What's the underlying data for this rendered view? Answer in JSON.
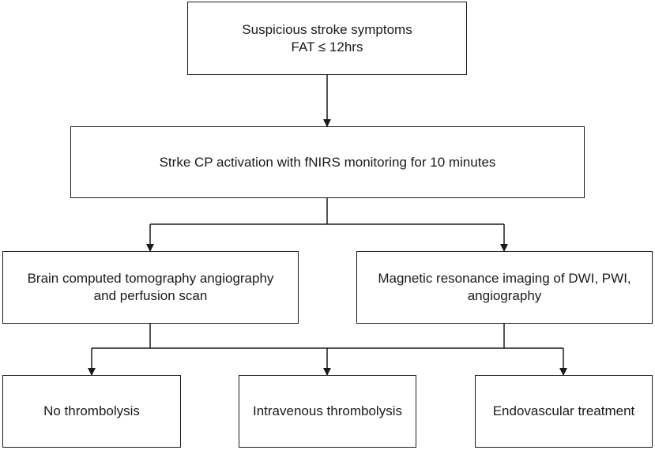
{
  "nodes": {
    "symptoms": {
      "line1": "Suspicious stroke symptoms",
      "line2": "FAT ≤ 12hrs"
    },
    "activation": {
      "line1": "Strke CP activation with fNIRS monitoring for 10 minutes"
    },
    "ct": {
      "line1": "Brain computed tomography angiography",
      "line2": "and perfusion scan"
    },
    "mri": {
      "line1": "Magnetic resonance imaging of DWI, PWI,",
      "line2": "angiography"
    },
    "no_thrombolysis": {
      "line1": "No thrombolysis"
    },
    "iv_thrombolysis": {
      "line1": "Intravenous thrombolysis"
    },
    "endovascular": {
      "line1": "Endovascular treatment"
    }
  },
  "edges": [
    {
      "from": "symptoms",
      "to": "activation"
    },
    {
      "from": "activation",
      "to": "ct"
    },
    {
      "from": "activation",
      "to": "mri"
    },
    {
      "from": "ct",
      "to": "no_thrombolysis"
    },
    {
      "from": "ct",
      "to": "iv_thrombolysis"
    },
    {
      "from": "mri",
      "to": "iv_thrombolysis"
    },
    {
      "from": "mri",
      "to": "endovascular"
    }
  ]
}
